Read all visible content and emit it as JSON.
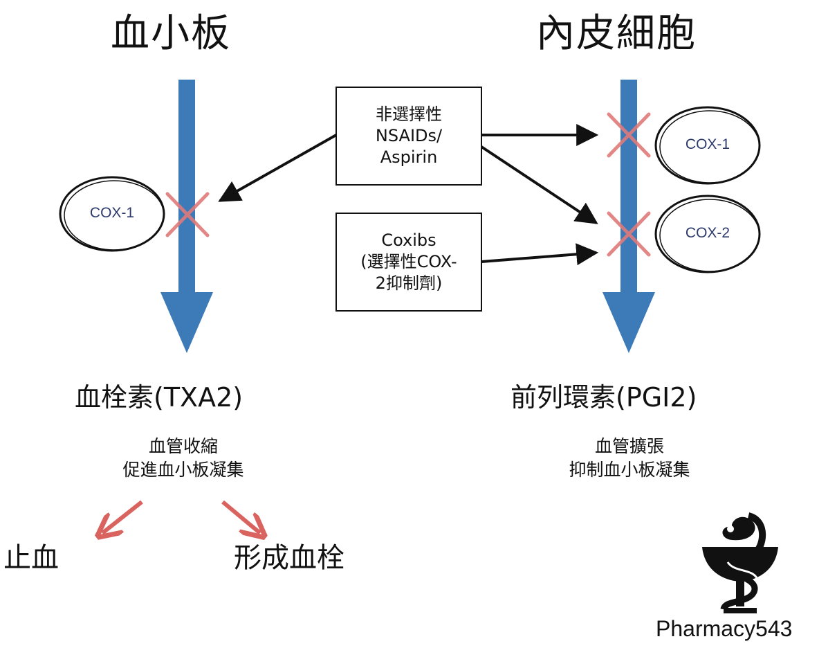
{
  "platelet": {
    "title": "血小板",
    "enzyme": "COX-1",
    "product": "血栓素(TXA2)",
    "effects": [
      "血管收縮",
      "促進血小板凝集"
    ],
    "outcomes": [
      "止血",
      "形成血栓"
    ]
  },
  "endothelial": {
    "title": "內皮細胞",
    "enzymes": [
      "COX-1",
      "COX-2"
    ],
    "product": "前列環素(PGI2)",
    "effects": [
      "血管擴張",
      "抑制血小板凝集"
    ]
  },
  "drugs": {
    "nonselective": "非選擇性\nNSAIDs/\nAspirin",
    "coxibs": "Coxibs\n(選擇性COX-\n2抑制劑)"
  },
  "brand": {
    "name": "Pharmacy543",
    "icon": "bowl-of-hygieia-icon"
  },
  "colors": {
    "pathway_arrow": "#3c7ab8",
    "inhibition_cross": "#e07a7a",
    "outcome_arrow": "#d9645f",
    "enzyme_text": "#2c3a6b"
  }
}
